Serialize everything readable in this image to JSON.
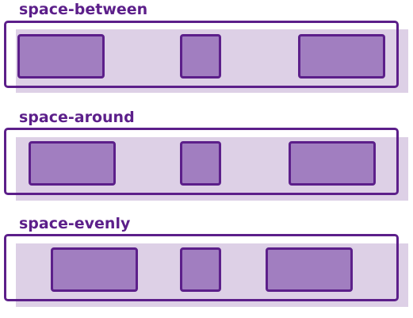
{
  "sections": [
    {
      "label": "space-between"
    },
    {
      "label": "space-around"
    },
    {
      "label": "space-evenly"
    }
  ],
  "colors": {
    "text": "#5c1f8a",
    "border": "#5c1f8a",
    "panel_fill": "#ddd0e6",
    "item_fill": "#a17ec0"
  }
}
